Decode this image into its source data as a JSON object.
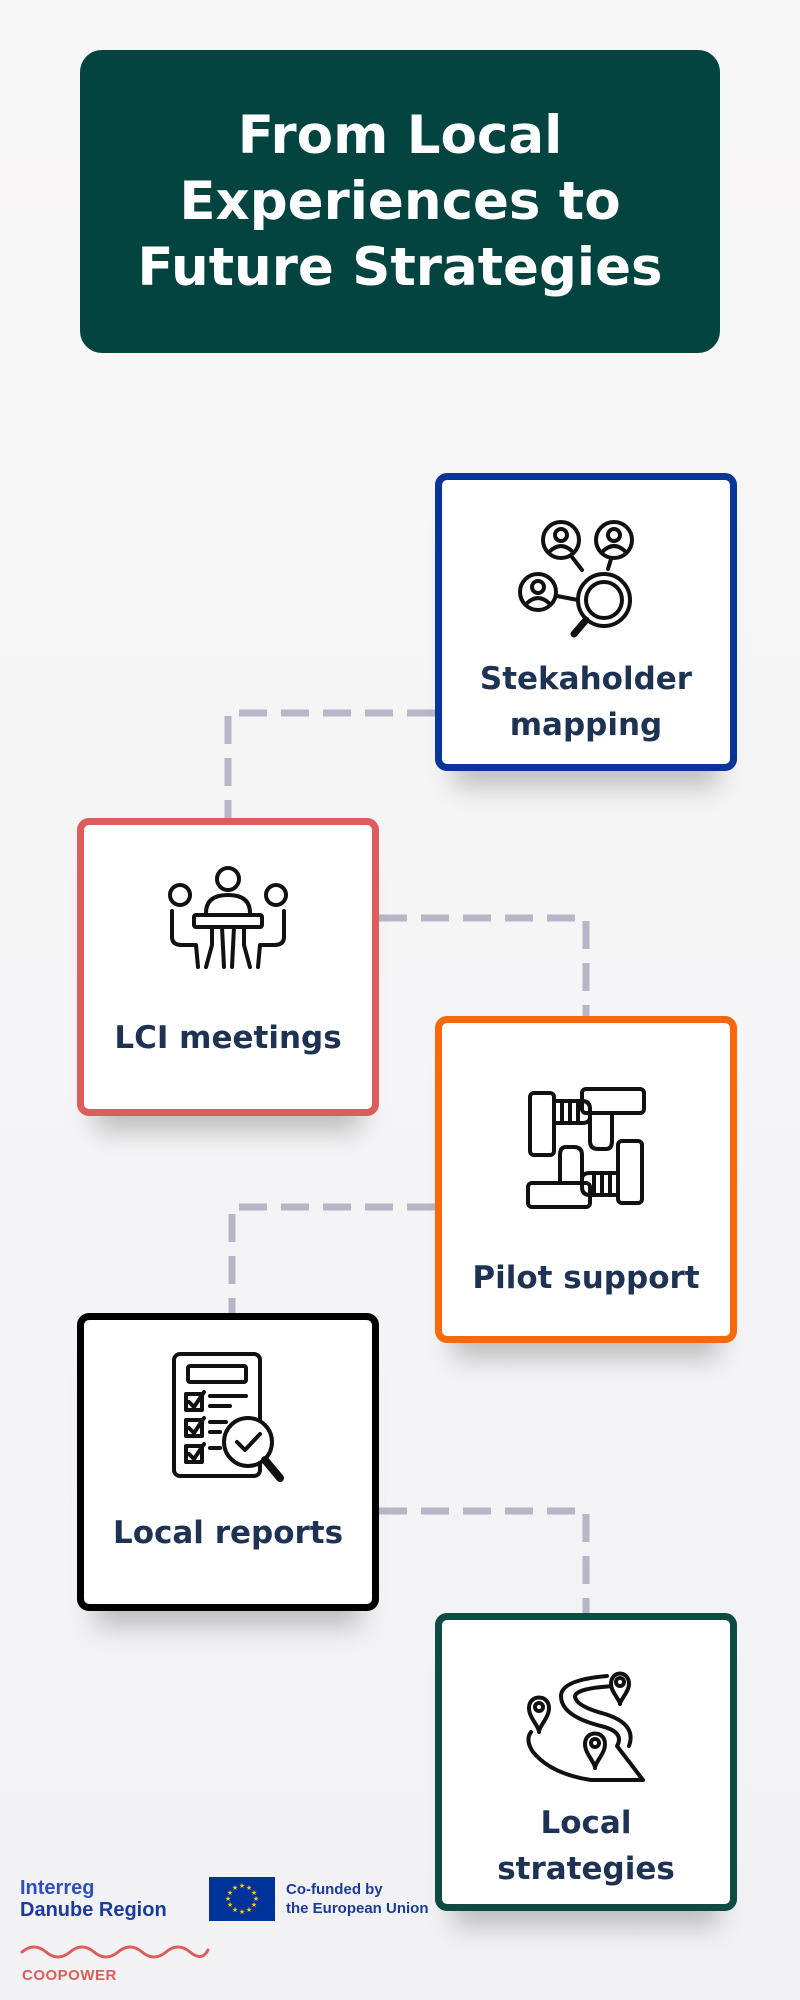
{
  "title": {
    "line1": "From Local",
    "line2": "Experiences to",
    "line3": "Future Strategies"
  },
  "colors": {
    "title_background": "#034440",
    "connector": "#b7b6c6",
    "label_text": "#1e3353",
    "card_borders": [
      "#0a3598",
      "#dc5e5c",
      "#f9690c",
      "#000000",
      "#0f4a43"
    ]
  },
  "steps": [
    {
      "icon": "people-search-icon",
      "label_lines": [
        "Stekaholder",
        "mapping"
      ]
    },
    {
      "icon": "meeting-table-icon",
      "label_lines": [
        "LCI meetings"
      ]
    },
    {
      "icon": "joined-hands-icon",
      "label_lines": [
        "Pilot support"
      ]
    },
    {
      "icon": "checklist-report-icon",
      "label_lines": [
        "Local reports"
      ]
    },
    {
      "icon": "route-map-pins-icon",
      "label_lines": [
        "Local",
        "strategies"
      ]
    }
  ],
  "footer": {
    "interreg_line1": "Interreg",
    "interreg_line2": "Danube Region",
    "eu_line1": "Co-funded by",
    "eu_line2": "the European Union",
    "coopower": "COOPOWER"
  }
}
